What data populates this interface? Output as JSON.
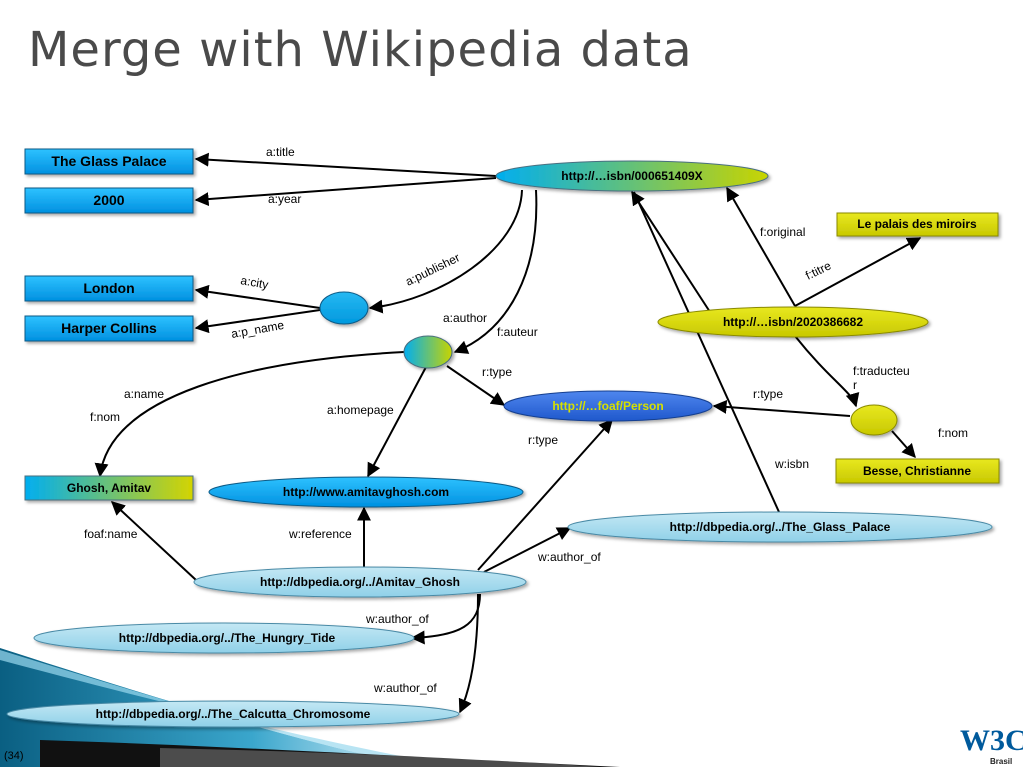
{
  "slide": {
    "title": "Merge with Wikipedia data",
    "page_number": "(34)"
  },
  "nodes": {
    "glass_palace": "The Glass Palace",
    "year_2000": "2000",
    "london": "London",
    "harper_collins": "Harper Collins",
    "isbn_000651409x": "http://…isbn/000651409X",
    "le_palais": "Le palais des miroirs",
    "isbn_2020386682": "http://…isbn/2020386682",
    "foaf_person": "http://…foaf/Person",
    "ghosh_amitav": "Ghosh, Amitav",
    "amitavghosh_com": "http://www.amitavghosh.com",
    "besse": "Besse, Christianne",
    "dbpedia_glass_palace": "http://dbpedia.org/../The_Glass_Palace",
    "dbpedia_amitav": "http://dbpedia.org/../Amitav_Ghosh",
    "dbpedia_hungry_tide": "http://dbpedia.org/../The_Hungry_Tide",
    "dbpedia_calcutta": "http://dbpedia.org/../The_Calcutta_Chromosome"
  },
  "edges": {
    "a_title": "a:title",
    "a_year": "a:year",
    "a_publisher": "a:publisher",
    "a_city": "a:city",
    "a_p_name": "a:p_name",
    "a_author": "a:author",
    "f_auteur": "f:auteur",
    "f_original": "f:original",
    "f_titre": "f:titre",
    "r_type_1": "r:type",
    "r_type_2": "r:type",
    "r_type_3": "r:type",
    "a_name": "a:name",
    "f_nom_1": "f:nom",
    "a_homepage": "a:homepage",
    "f_traducteur_line1": "f:traducteu",
    "f_traducteur_line2": "r",
    "f_nom_2": "f:nom",
    "w_isbn": "w:isbn",
    "foaf_name": "foaf:name",
    "w_reference": "w:reference",
    "w_author_of_1": "w:author_of",
    "w_author_of_2": "w:author_of",
    "w_author_of_3": "w:author_of"
  },
  "logo": {
    "label": "W3C",
    "sub": "Brasil"
  },
  "colors": {
    "box_blue": "#00aef0",
    "box_yellow": "#e6e600",
    "ellipse_light": "#a8dcee",
    "person_blue": "#2f6fe0",
    "person_text": "#d6e000",
    "w3c_blue": "#005a9c"
  }
}
